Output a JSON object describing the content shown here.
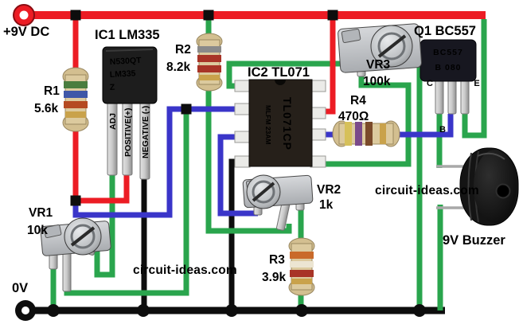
{
  "labels": {
    "power_positive": "+9V DC",
    "power_ground": "0V"
  },
  "watermark": {
    "text": "circuit-ideas.com"
  },
  "components": {
    "r1": {
      "ref": "R1",
      "value": "5.6k"
    },
    "r2": {
      "ref": "R2",
      "value": "8.2k"
    },
    "r3": {
      "ref": "R3",
      "value": "3.9k"
    },
    "r4": {
      "ref": "R4",
      "value": "470Ω"
    },
    "vr1": {
      "ref": "VR1",
      "value": "10k"
    },
    "vr2": {
      "ref": "VR2",
      "value": "1k"
    },
    "vr3": {
      "ref": "VR3",
      "value": "100k"
    },
    "ic1": {
      "label": "IC1 LM335",
      "marking_line1": "N530QT",
      "marking_line2": "LM335",
      "marking_line3": "Z",
      "pin_adj": "ADJ",
      "pin_positive": "POSITIVE(+)",
      "pin_negative": "NEGATIVE (-)"
    },
    "ic2": {
      "label": "IC2 TL071",
      "marking_line1": "TL071CP",
      "marking_line2": "MLFM 23AM"
    },
    "q1": {
      "label": "Q1 BC557",
      "marking_line1": "BC557",
      "marking_line2": "B 080",
      "pin_c": "C",
      "pin_b": "B",
      "pin_e": "E"
    },
    "buzzer": {
      "label": "9V Buzzer"
    }
  },
  "colors": {
    "wire_red": "#ec1c24",
    "wire_green": "#2aa54d",
    "wire_blue": "#3a35c9",
    "wire_black": "#0d0d0d",
    "watermark": "#cf1626"
  }
}
